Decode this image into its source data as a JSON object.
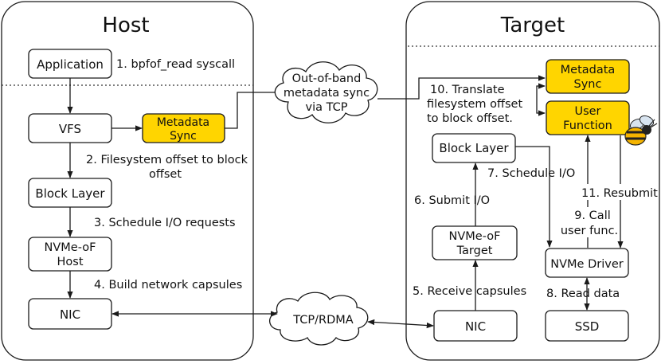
{
  "host": {
    "title": "Host",
    "boxes": {
      "application": "Application",
      "vfs": "VFS",
      "metadata_sync": [
        "Metadata",
        "Sync"
      ],
      "block_layer": "Block Layer",
      "nvmeof_host": [
        "NVMe-oF",
        "Host"
      ],
      "nic": "NIC"
    },
    "steps": {
      "s1": "1. bpfof_read syscall",
      "s2": [
        "2. Filesystem offset to block",
        "offset"
      ],
      "s3": "3. Schedule I/O requests",
      "s4": "4. Build network capsules"
    }
  },
  "target": {
    "title": "Target",
    "boxes": {
      "metadata_sync": [
        "Metadata",
        "Sync"
      ],
      "user_function": [
        "User",
        "Function"
      ],
      "block_layer": "Block Layer",
      "nvmeof_target": [
        "NVMe-oF",
        "Target"
      ],
      "nic": "NIC",
      "nvme_driver": "NVMe Driver",
      "ssd": "SSD"
    },
    "steps": {
      "s5": "5. Receive capsules",
      "s6": "6. Submit I/O",
      "s7": "7. Schedule I/O",
      "s8": "8. Read data",
      "s9": [
        "9. Call",
        "user func."
      ],
      "s10": [
        "10. Translate",
        "filesystem offset",
        "to block offset."
      ],
      "s11": "11. Resubmit"
    }
  },
  "clouds": {
    "oob": [
      "Out-of-band",
      "metadata sync",
      "via TCP"
    ],
    "tcp_rdma": "TCP/RDMA"
  },
  "colors": {
    "highlight": "#FFD500",
    "stroke": "#1a1a1a",
    "text": "#111111"
  }
}
